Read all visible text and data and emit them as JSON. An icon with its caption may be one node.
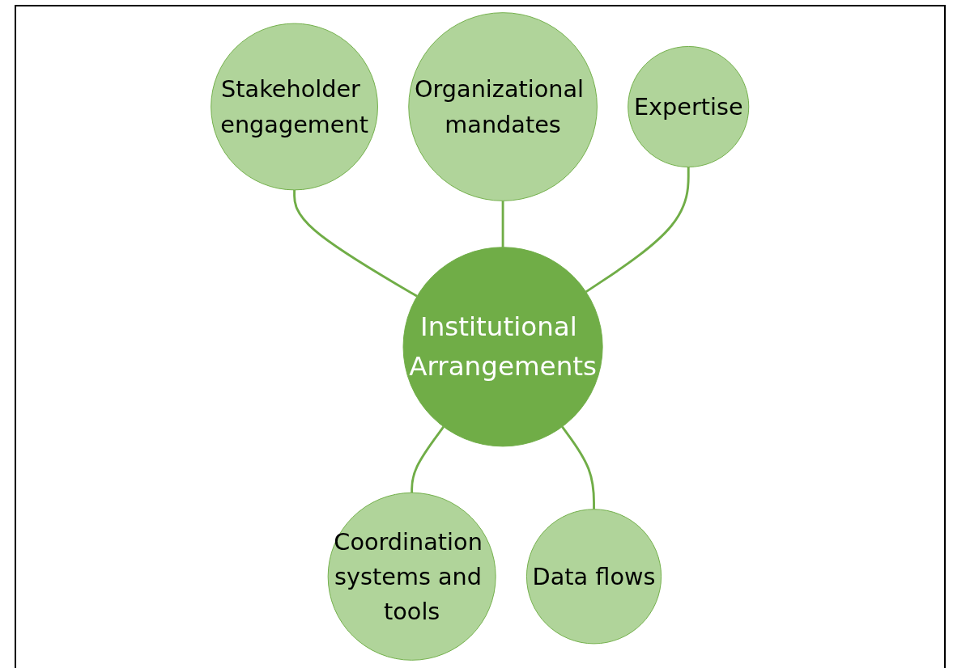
{
  "diagram": {
    "nodes": [
      {
        "text": [
          "Organizational mandates"
        ]
      },
      {
        "text": [
          "Stakeholder engagement"
        ]
      },
      {
        "text": [
          "Expertise"
        ]
      },
      {
        "text": [
          "Institutional Arrangements"
        ]
      },
      {
        "text": [
          "Coordination systems and tools"
        ]
      },
      {
        "text": [
          "Data flows"
        ]
      }
    ],
    "edges": [
      {
        "from": 1,
        "to": 3,
        "arrow": "none"
      },
      {
        "from": 0,
        "to": 3,
        "arrow": "none"
      },
      {
        "from": 2,
        "to": 3,
        "arrow": "none"
      },
      {
        "from": 3,
        "to": 4,
        "arrow": "none"
      },
      {
        "from": 3,
        "to": 5,
        "arrow": "none"
      }
    ]
  }
}
